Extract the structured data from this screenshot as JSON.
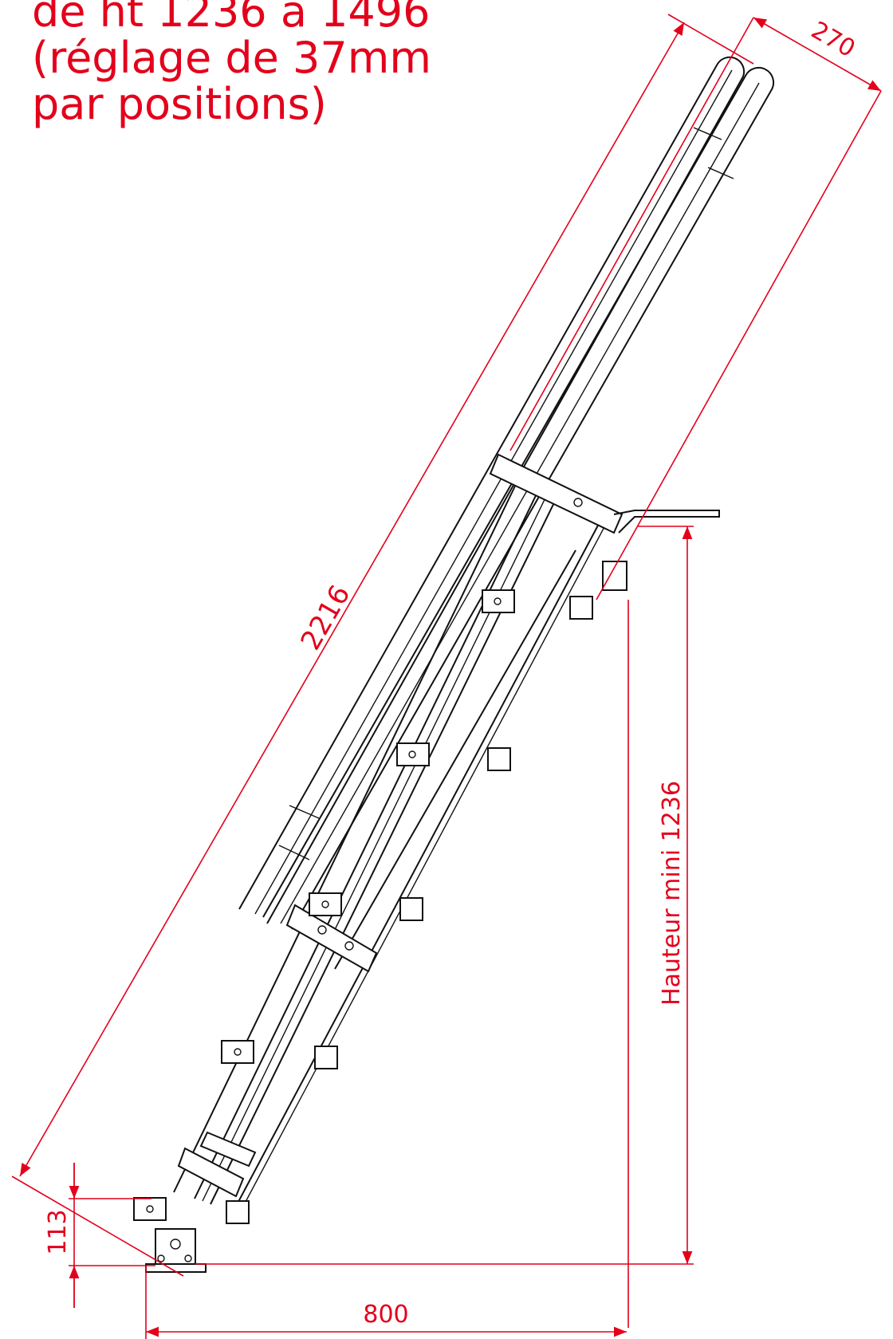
{
  "title_lines": [
    "de ht 1236 à 1496",
    "(réglage de 37mm",
    "par positions)"
  ],
  "dimensions": {
    "length": "2216",
    "width": "270",
    "height_min": "Hauteur mini 1236",
    "base_height": "113",
    "horizontal": "800"
  },
  "colors": {
    "dimension": "#e3001b",
    "drawing": "#111111"
  }
}
